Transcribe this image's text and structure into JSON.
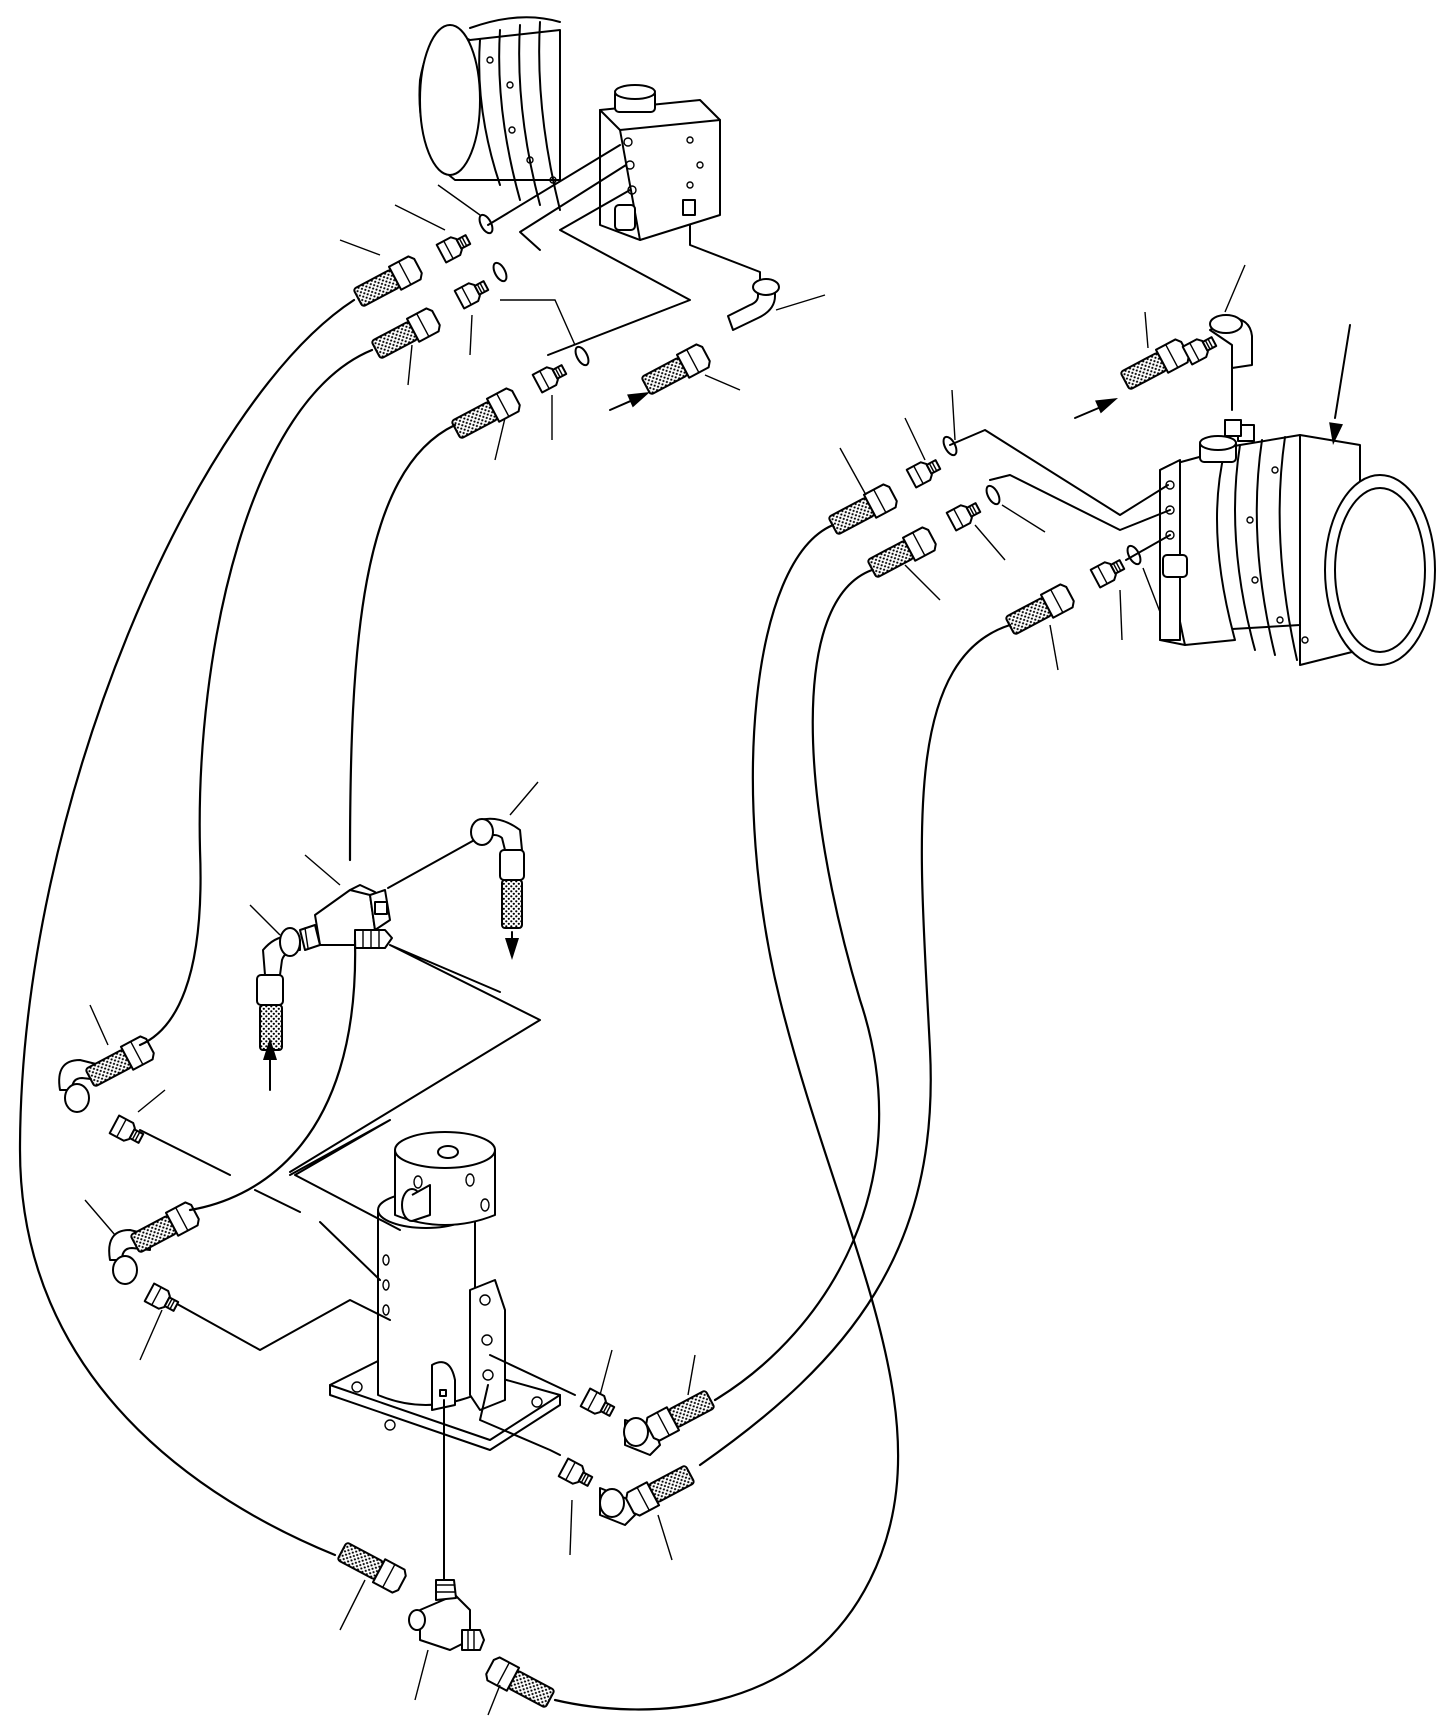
{
  "diagram": {
    "ink_color": "#000000",
    "background_color": "#ffffff",
    "components": [
      {
        "name": "travel-motor-left",
        "icon": "travel-motor-icon"
      },
      {
        "name": "travel-motor-right",
        "icon": "travel-motor-icon"
      },
      {
        "name": "swivel-joint-center",
        "icon": "swivel-joint-icon"
      },
      {
        "name": "tee-fitting-middle",
        "icon": "tee-fitting-icon"
      },
      {
        "name": "tee-fitting-bottom",
        "icon": "tee-fitting-icon"
      }
    ],
    "flow_arrows": 5,
    "leader_lines": 37
  }
}
